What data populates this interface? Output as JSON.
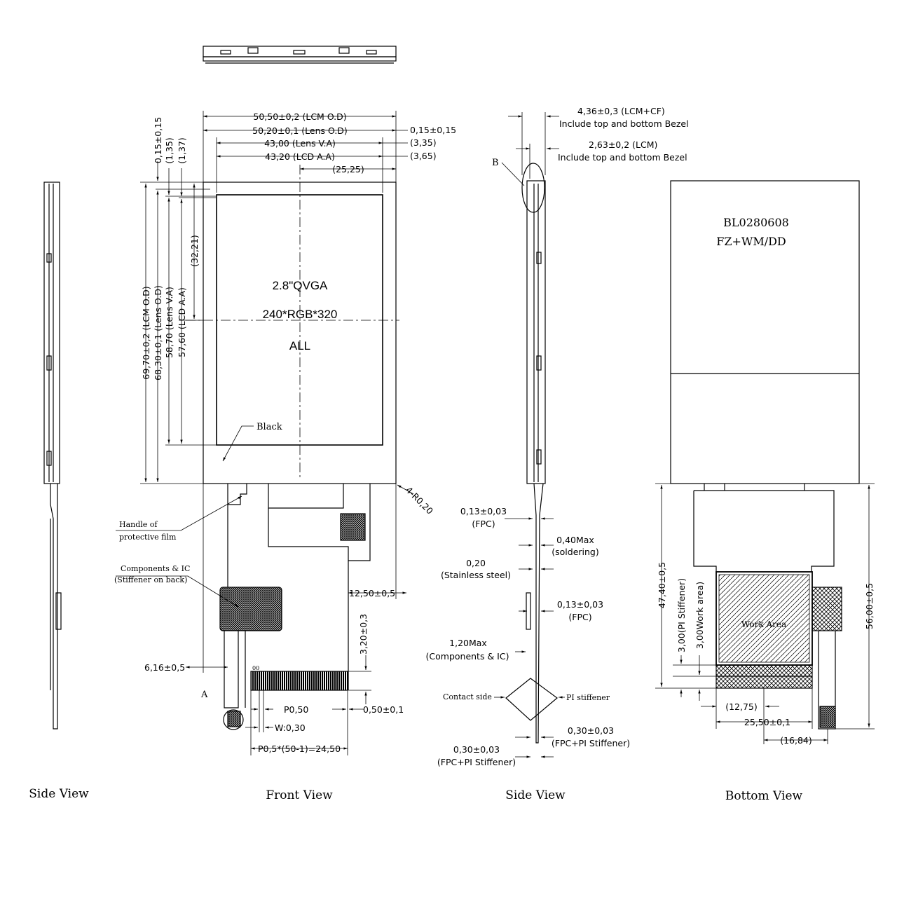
{
  "views": {
    "side_left": "Side View",
    "front": "Front View",
    "side_right": "Side View",
    "bottom": "Bottom View"
  },
  "front": {
    "dim_lcm_od_w": "50,50±0,2 (LCM O.D)",
    "dim_lens_od_w": "50,20±0,1 (Lens O.D)",
    "dim_lens_va_w": "43,00 (Lens V.A)",
    "dim_lcd_aa_w": "43,20 (LCD A.A)",
    "dim_offset_015": "0,15±0,15",
    "dim_335": "(3,35)",
    "dim_365": "(3,65)",
    "dim_2525": "(25,25)",
    "dim_v_015": "0,15±0,15",
    "dim_v_135": "(1,35)",
    "dim_v_137": "(1,37)",
    "dim_v_3221": "(32,21)",
    "dim_v_lcm": "69,70±0,2 (LCM O.D)",
    "dim_v_lens_od": "68,30±0,1 (Lens O.D)",
    "dim_v_lens_va": "58,70 (Lens V.A)",
    "dim_v_lcd_aa": "57,60 (LCD A.A)",
    "panel_size": "2.8\"QVGA",
    "panel_res": "240*RGB*320",
    "panel_type": "ALL",
    "label_black": "Black",
    "label_r020": "4-R0,20",
    "label_handle_1": "Handle of",
    "label_handle_2": "protective film",
    "label_comp_1": "Components & IC",
    "label_comp_2": "(Stiffener on back)",
    "dim_1250": "12,50±0,5",
    "dim_320": "3,20±0,3",
    "dim_616": "6,16±0,5",
    "label_a": "A",
    "dim_p050": "P0,50",
    "dim_050": "0,50±0,1",
    "dim_w030": "W:0,30",
    "dim_pitch": "P0,5*(50-1)=24,50",
    "pin_mark": "00"
  },
  "side": {
    "dim_436": "4,36±0,3 (LCM+CF)",
    "dim_436_note": "Include top and bottom Bezel",
    "dim_263": "2,63±0,2 (LCM)",
    "dim_263_note": "Include top and bottom Bezel",
    "label_b": "B",
    "fpc_1": "0,13±0,03",
    "fpc_1_note": "(FPC)",
    "solder": "0,40Max",
    "solder_note": "(soldering)",
    "steel": "0,20",
    "steel_note": "(Stainless steel)",
    "fpc_2": "0,13±0,03",
    "fpc_2_note": "(FPC)",
    "comp": "1,20Max",
    "comp_note": "(Components & IC)",
    "contact": "Contact side",
    "pi": "PI stiffener",
    "fpc_pi_1": "0,30±0,03",
    "fpc_pi_1_note": "(FPC+PI Stiffener)",
    "fpc_pi_2": "0,30±0,03",
    "fpc_pi_2_note": "(FPC+PI Stiffener)"
  },
  "bottom": {
    "part_no": "BL0280608",
    "part_code": "FZ+WM/DD",
    "work_area": "Work Area",
    "dim_4740": "47,40±0,5",
    "dim_300_pi": "3,00(PI Stiffener)",
    "dim_300_work": "3,00Work area)",
    "dim_5600": "56,00±0,5",
    "dim_1275": "(12,75)",
    "dim_2550": "25,50±0,1",
    "dim_1684": "(16,84)"
  },
  "colors": {
    "line": "#000000",
    "background": "#ffffff"
  }
}
